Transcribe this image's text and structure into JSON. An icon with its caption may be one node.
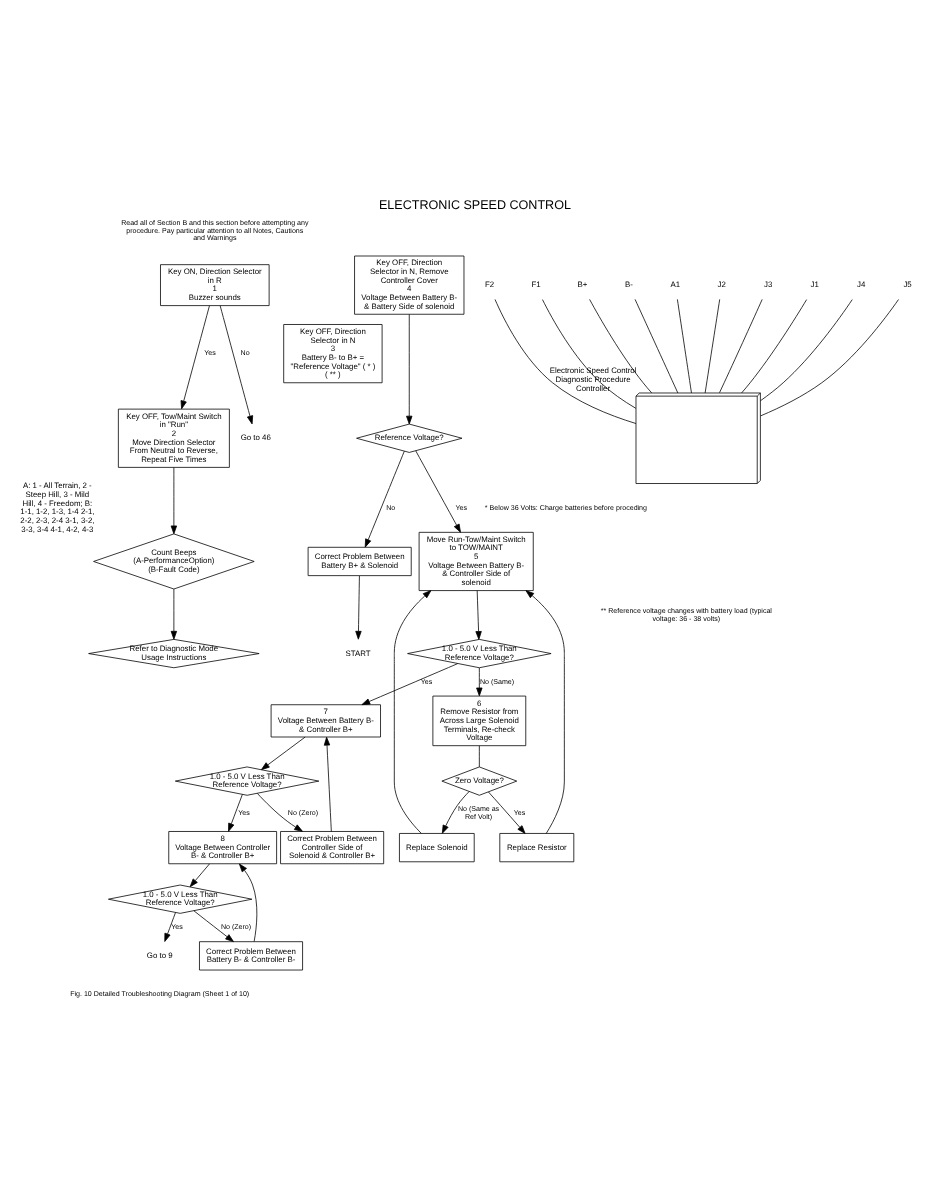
{
  "diagram": {
    "title": "ELECTRONIC SPEED CONTROL",
    "nodes": [
      {
        "text": [
          "Key ON, Direction Selector in R",
          "1",
          "Buzzer sounds"
        ]
      },
      {
        "text": [
          "Key OFF, Tow/Maint Switch in \"Run\"",
          "2",
          "Move Direction Selector From Neutral to Reverse, Repeat Five Times"
        ]
      },
      {
        "text": [
          "Key OFF, Direction Selector in N",
          "3",
          "Battery B- to B+ = \"Reference Voltage\" ( * ) ( ** )"
        ]
      },
      {
        "text": [
          "Go to 46"
        ]
      },
      {
        "text": [
          "Count Beeps (A-PerformanceOption) (B-Fault Code)"
        ],
        "beside": [
          "A: 1 - All Terrain, 2 - Steep Hill, 3 - Mild Hill, 4 - Freedom; B: 1-1, 1-2, 1-3, 1-4 2-1, 2-2, 2-3, 2-4 3-1, 3-2, 3-3, 3-4 4-1, 4-2, 4-3"
        ]
      },
      {
        "text": [
          "Refer to Diagnostic Mode Usage Instructions"
        ]
      },
      {
        "text": [
          "START"
        ]
      },
      {
        "text": [
          "Key OFF, Direction Selector in N, Remove Controller Cover",
          "4",
          "Voltage Between Battery B- & Battery Side of solenoid"
        ]
      },
      {
        "text": [
          "Reference Voltage?"
        ]
      },
      {
        "text": [
          "Correct Problem Between Battery B+ & Solenoid"
        ]
      },
      {
        "text": [
          "Move Run-Tow/Maint Switch to TOW/MAINT",
          "5",
          "Voltage Between Battery B- & Controller Side of solenoid"
        ]
      },
      {
        "text": [
          "1.0 - 5.0 V Less Than Reference Voltage?"
        ]
      },
      {
        "text": [
          "6",
          "Remove Resistor from Across Large Solenoid Terminals, Re-check Voltage"
        ]
      },
      {
        "text": [
          "Zero Voltage?"
        ]
      },
      {
        "text": [
          "Replace Resistor"
        ]
      },
      {
        "text": [
          "Replace Solenoid"
        ]
      },
      {
        "text": [
          "7",
          "Voltage Between Battery B- & Controller B+"
        ]
      },
      {
        "text": [
          "1.0 - 5.0 V Less Than Reference Voltage?"
        ]
      },
      {
        "text": [
          "Correct Problem Between Controller Side of Solenoid & Controller B+"
        ]
      },
      {
        "text": [
          "8",
          "Voltage Between Controller B- & Controller B+"
        ]
      },
      {
        "text": [
          "1.0 - 5.0 V Less Than Reference Voltage?"
        ]
      },
      {
        "text": [
          "Go to 9"
        ]
      },
      {
        "text": [
          "Correct Problem Between Battery B- & Controller B-"
        ]
      },
      {
        "text": [],
        "shape": "picture",
        "beside": [
          "Electronic Speed Control Diagnostic Procedure Controller"
        ]
      },
      {
        "text": [
          "F2"
        ]
      },
      {
        "text": [
          "F1"
        ]
      },
      {
        "text": [
          "B+"
        ]
      },
      {
        "text": [
          "B-"
        ]
      },
      {
        "text": [
          "A1"
        ]
      },
      {
        "text": [
          "J2"
        ]
      },
      {
        "text": [
          "J3"
        ]
      },
      {
        "text": [
          "J1"
        ]
      },
      {
        "text": [
          "J4"
        ]
      },
      {
        "text": [
          "J5"
        ]
      }
    ],
    "edges": [
      {
        "from": 0,
        "to": 1,
        "arrow": "to",
        "label": "Yes"
      },
      {
        "from": 0,
        "to": 3,
        "arrow": "to",
        "label": "No"
      },
      {
        "from": 1,
        "to": 4,
        "arrow": "to"
      },
      {
        "from": 4,
        "to": 5,
        "arrow": "to"
      },
      {
        "from": 9,
        "to": 6,
        "arrow": "to"
      },
      {
        "from": 7,
        "to": 8,
        "arrow": "to"
      },
      {
        "from": 8,
        "to": 10,
        "arrow": "to",
        "label": "Yes"
      },
      {
        "from": 8,
        "to": 9,
        "arrow": "to",
        "label": "No"
      },
      {
        "from": 10,
        "to": 11,
        "arrow": "to"
      },
      {
        "from": 11,
        "to": 16,
        "arrow": "to",
        "label": "Yes"
      },
      {
        "from": 11,
        "to": 12,
        "arrow": "to",
        "label": "No (Same)"
      },
      {
        "from": 12,
        "to": 13,
        "arrow": "none"
      },
      {
        "from": 13,
        "to": 14,
        "arrow": "to",
        "label": "Yes"
      },
      {
        "from": 13,
        "to": 15,
        "arrow": "to",
        "label": "No (Same as Ref Volt)"
      },
      {
        "from": 14,
        "to": 10,
        "arrow": "to"
      },
      {
        "from": 15,
        "to": 10,
        "arrow": "to"
      },
      {
        "from": 16,
        "to": 17,
        "arrow": "to"
      },
      {
        "from": 17,
        "to": 19,
        "arrow": "to",
        "label": "Yes"
      },
      {
        "from": 17,
        "to": 18,
        "arrow": "to",
        "label": "No (Zero)"
      },
      {
        "from": 18,
        "to": 16,
        "arrow": "to"
      },
      {
        "from": 19,
        "to": 20,
        "arrow": "to"
      },
      {
        "from": 20,
        "to": 21,
        "arrow": "to",
        "label": "Yes"
      },
      {
        "from": 20,
        "to": 22,
        "arrow": "to",
        "label": "No (Zero)"
      },
      {
        "from": 22,
        "to": 19,
        "arrow": "to"
      },
      {
        "from": 24,
        "to": 23,
        "arrow": "none"
      },
      {
        "from": 25,
        "to": 23,
        "arrow": "none"
      },
      {
        "from": 26,
        "to": 23,
        "arrow": "none"
      },
      {
        "from": 27,
        "to": 23,
        "arrow": "none"
      },
      {
        "from": 28,
        "to": 23,
        "arrow": "none"
      },
      {
        "from": 29,
        "to": 23,
        "arrow": "none"
      },
      {
        "from": 30,
        "to": 23,
        "arrow": "none"
      },
      {
        "from": 31,
        "to": 23,
        "arrow": "none"
      },
      {
        "from": 32,
        "to": 23,
        "arrow": "none"
      },
      {
        "from": 33,
        "to": 23,
        "arrow": "none"
      }
    ],
    "labels": [
      "Read all of Section B and this section before attempting any procedure. Pay particular attention to all Notes, Cautions and Warnings",
      "* Below 36 Volts: Charge batteries before proceding",
      "** Reference voltage changes with battery load (typical voltage: 36 - 38 volts)",
      "Fig. 10 Detailed Troubleshooting Diagram (Sheet 1 of 10)"
    ]
  }
}
